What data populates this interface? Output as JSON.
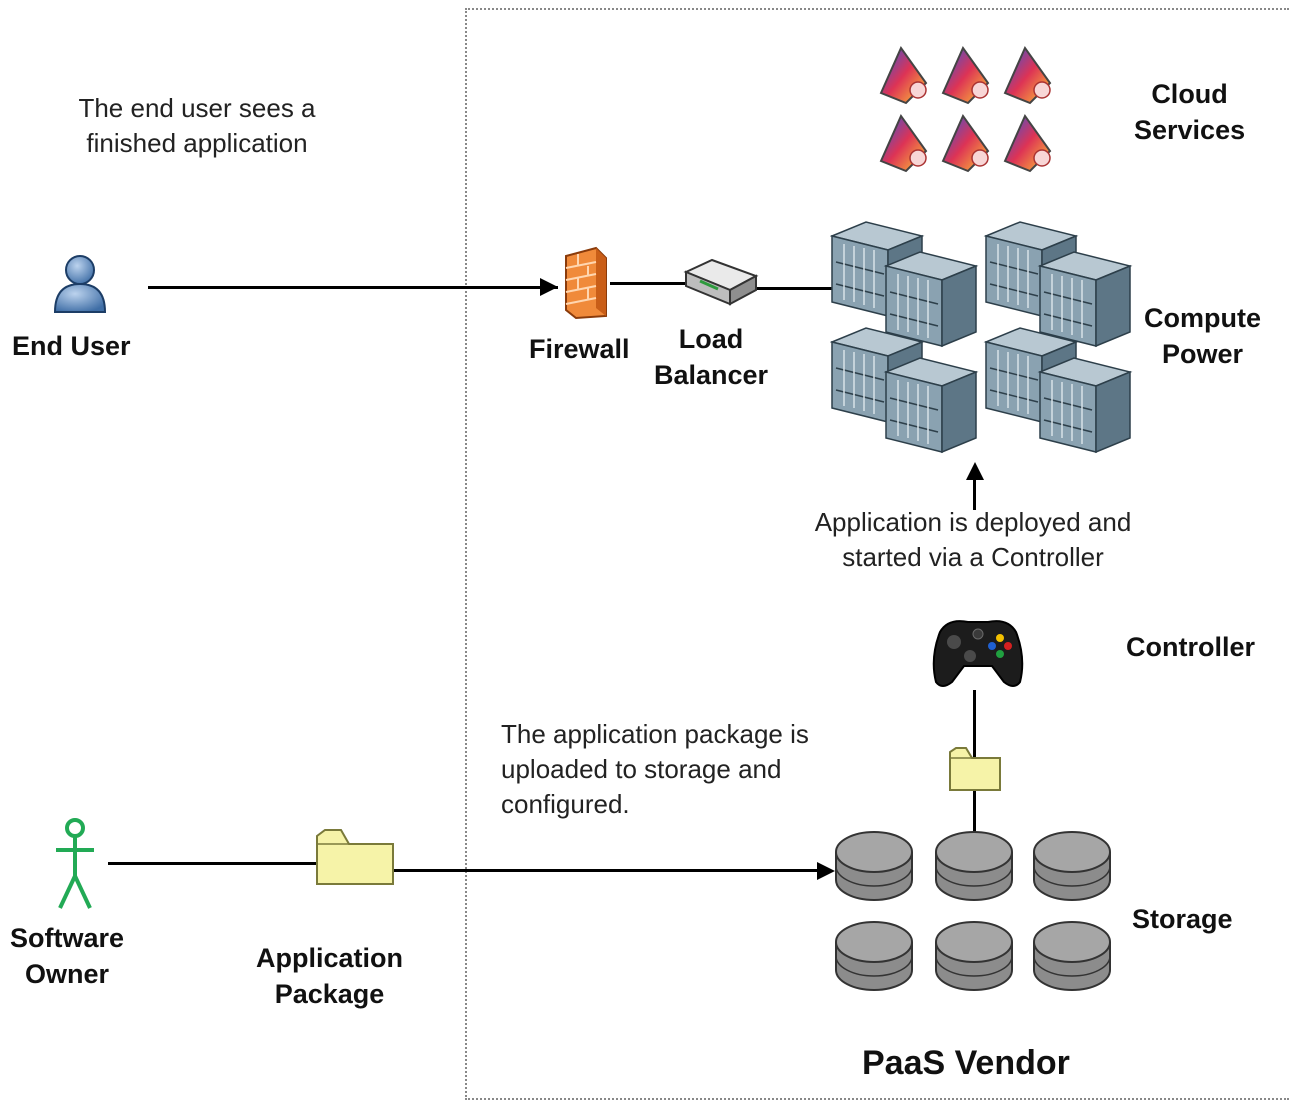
{
  "vendor": {
    "title": "PaaS Vendor"
  },
  "notes": {
    "end_user": [
      "The end user sees a",
      "finished application"
    ],
    "deploy": [
      "Application is deployed and",
      "started via a Controller"
    ],
    "upload": [
      "The application package is",
      "uploaded to storage and",
      "configured."
    ]
  },
  "labels": {
    "cloud_services": [
      "Cloud",
      "Services"
    ],
    "end_user": "End User",
    "firewall": "Firewall",
    "load_balancer": [
      "Load",
      "Balancer"
    ],
    "compute_power": [
      "Compute",
      "Power"
    ],
    "controller": "Controller",
    "software_owner": [
      "Software",
      "Owner"
    ],
    "application_package": [
      "Application",
      "Package"
    ],
    "storage": "Storage"
  },
  "colors": {
    "boundary": "#888888",
    "user_icon": "#5b86b8",
    "owner_icon": "#22aa55",
    "folder": "#f6f3a8",
    "disk": "#9a9a9a",
    "server": "#7f9aab",
    "firewall": "#f08030"
  }
}
